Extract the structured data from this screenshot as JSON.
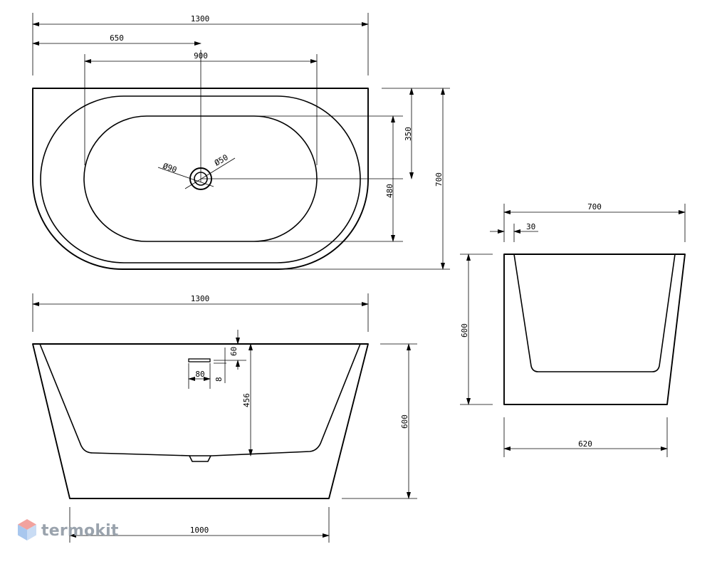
{
  "top_view": {
    "width": "1300",
    "half_width": "650",
    "inner_length": "900",
    "drain_outer": "Ø90",
    "drain_inner": "Ø50",
    "drain_offset": "350",
    "inner_width": "480",
    "depth": "700"
  },
  "front_view": {
    "top_width": "1300",
    "overflow_height": "60",
    "overflow_width": "80",
    "overflow_gap": "8",
    "inner_depth": "456",
    "height": "600",
    "base_width": "1000"
  },
  "side_view": {
    "top_depth": "700",
    "wall": "30",
    "height": "600",
    "base_depth": "620"
  },
  "logo": {
    "text": "termokit"
  }
}
